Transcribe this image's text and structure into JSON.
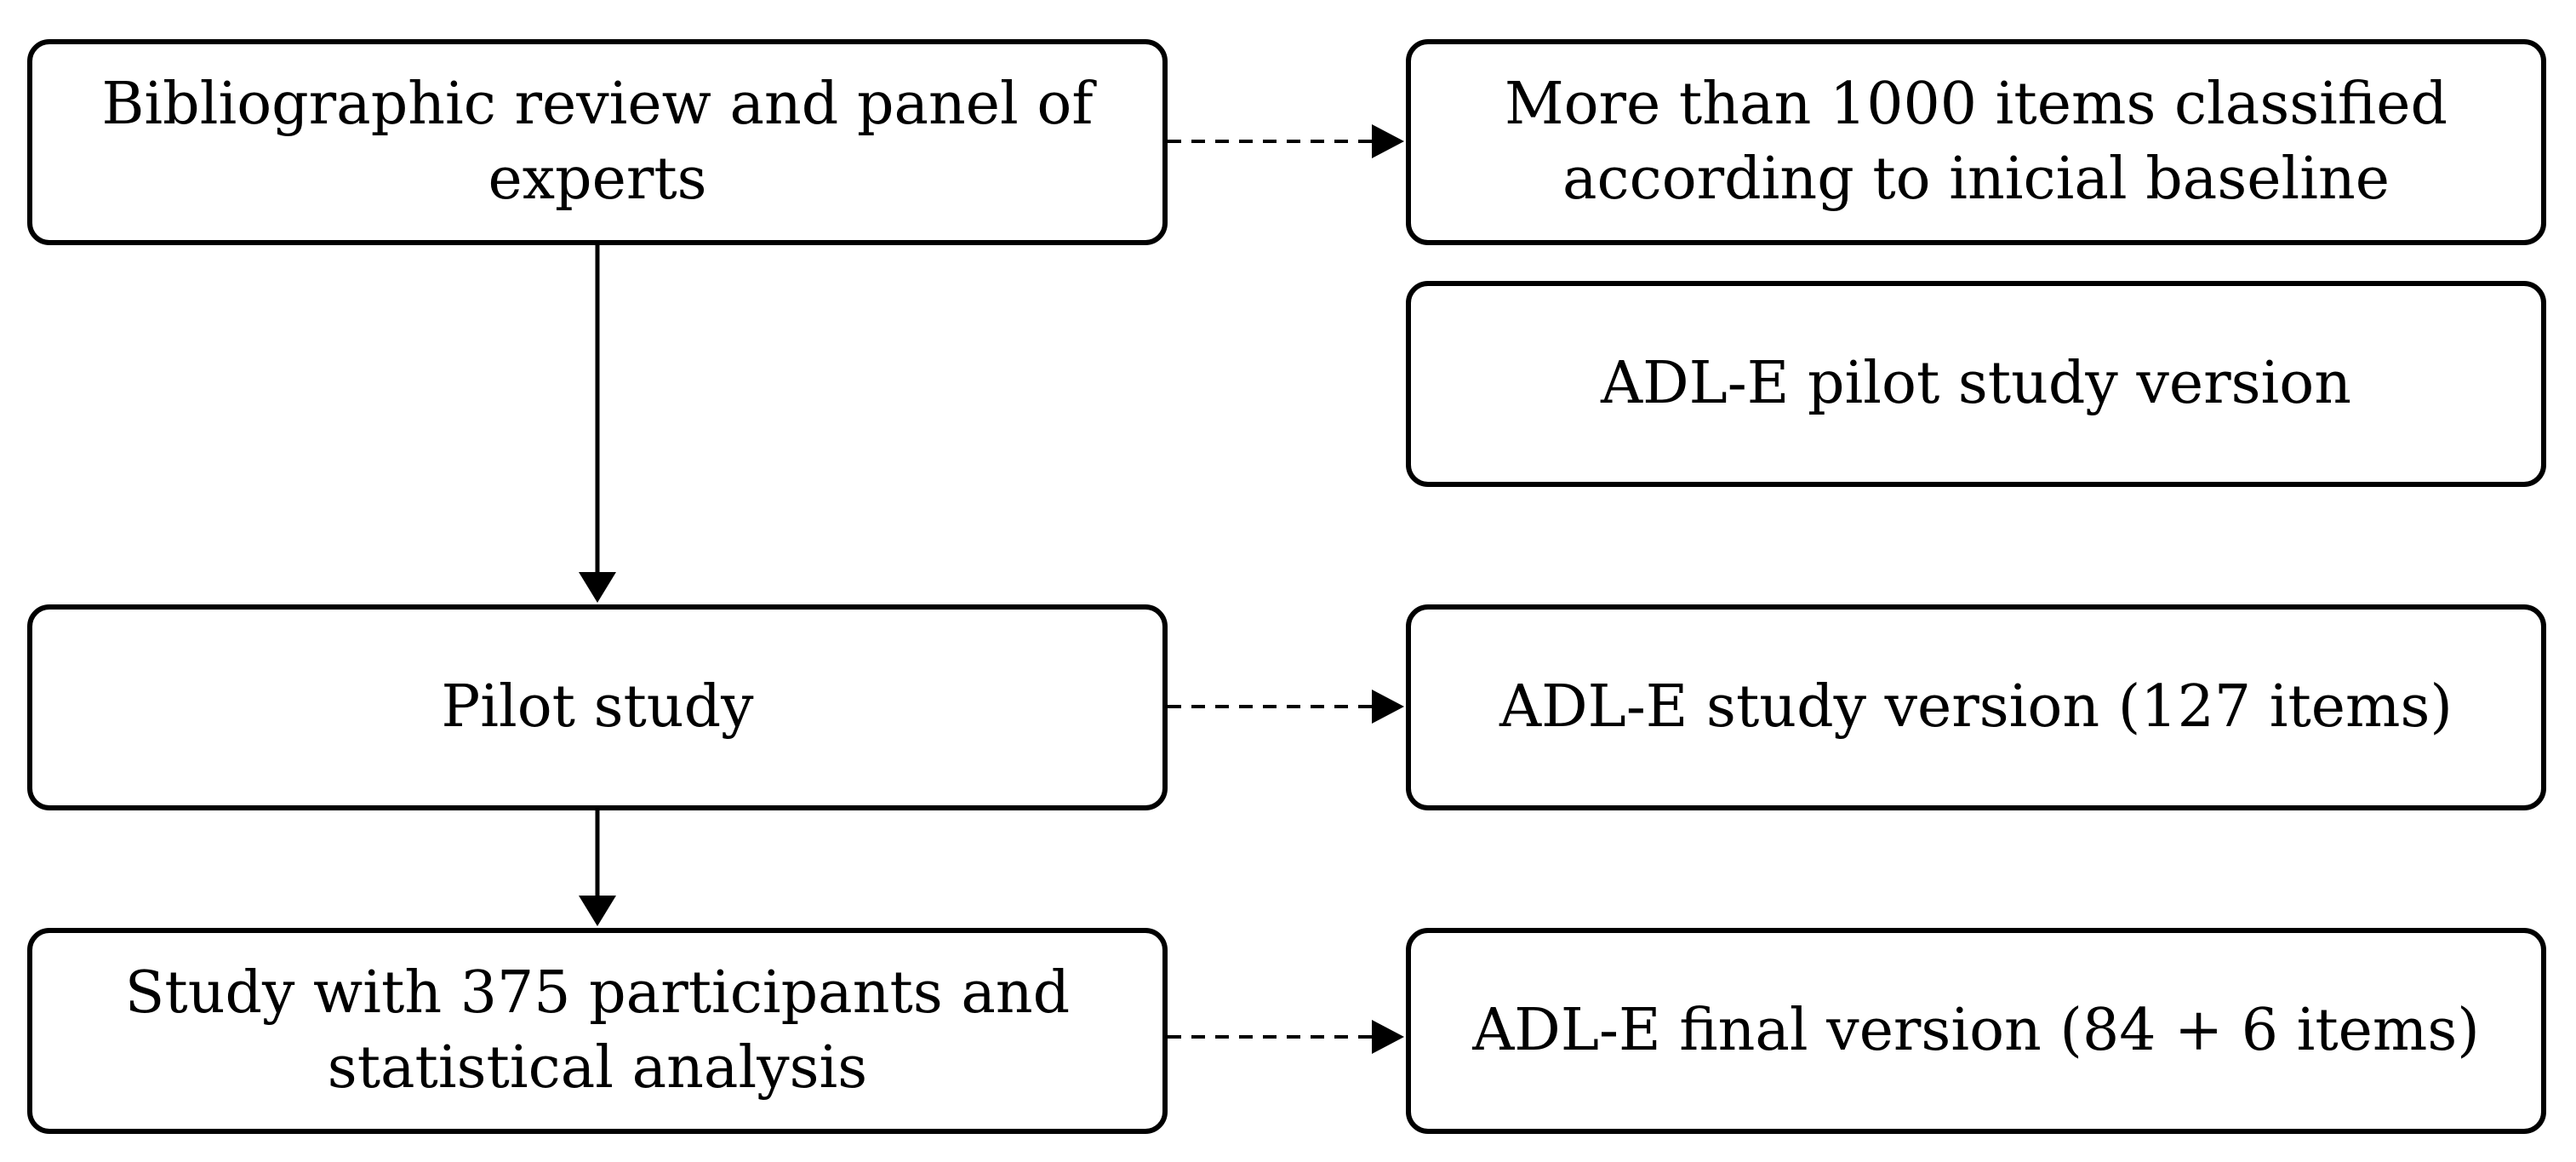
{
  "diagram": {
    "left_column": [
      {
        "id": "biblio",
        "label": "Bibliographic review and panel of experts"
      },
      {
        "id": "pilot",
        "label": "Pilot study"
      },
      {
        "id": "study",
        "label": "Study with 375 participants and statistical analysis"
      }
    ],
    "right_column": [
      {
        "id": "items",
        "label": "More than 1000 items classified according to inicial baseline"
      },
      {
        "id": "pilotv",
        "label": "ADL-E pilot study version"
      },
      {
        "id": "studyv",
        "label": "ADL-E study version (127 items)"
      },
      {
        "id": "finalv",
        "label": "ADL-E final version (84 + 6 items)"
      }
    ],
    "connections": [
      {
        "from": "biblio",
        "to": "pilot",
        "style": "solid"
      },
      {
        "from": "pilot",
        "to": "study",
        "style": "solid"
      },
      {
        "from": "biblio",
        "to": "items",
        "style": "dashed"
      },
      {
        "from": "pilot",
        "to": "studyv",
        "style": "dashed"
      },
      {
        "from": "study",
        "to": "finalv",
        "style": "dashed"
      }
    ]
  }
}
